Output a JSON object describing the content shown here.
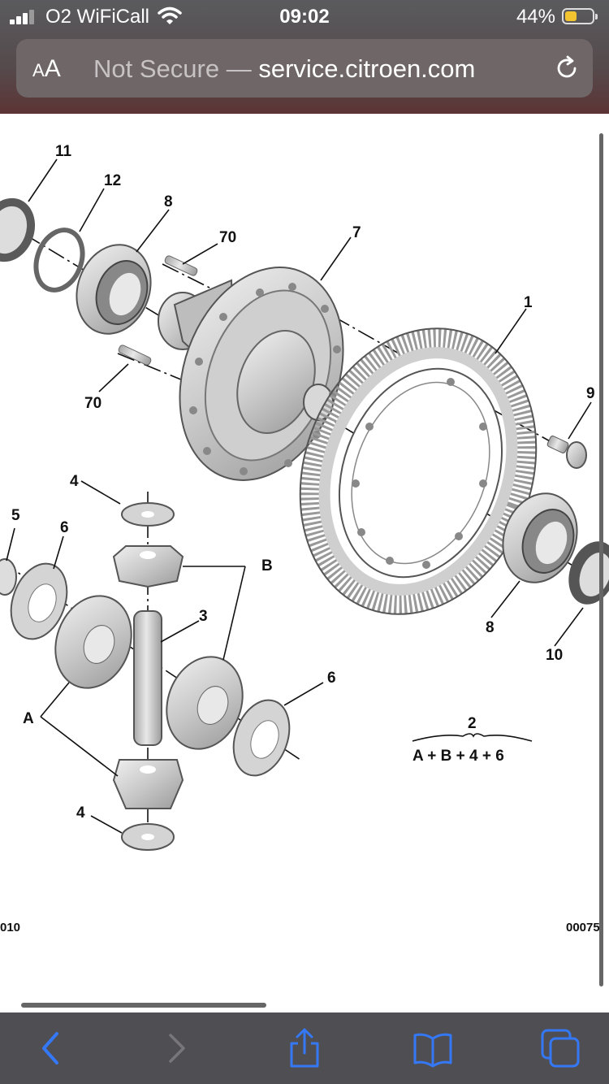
{
  "status_bar": {
    "carrier": "O2 WiFiCall",
    "time": "09:02",
    "battery_percent": "44%",
    "battery_level": 0.44,
    "battery_color": "#f4c430",
    "signal_icon": "cellular-signal-icon",
    "wifi_icon": "wifi-icon"
  },
  "address_bar": {
    "reader_label": "AA",
    "security_text": "Not Secure —",
    "domain": "service.citroen.com",
    "reload_icon": "reload-icon"
  },
  "diagram": {
    "part_labels": {
      "p11": "11",
      "p12": "12",
      "p8_top": "8",
      "p70_top": "70",
      "p7": "7",
      "p1": "1",
      "p70_bottom": "70",
      "p9": "9",
      "p4_top": "4",
      "p5": "5",
      "p6_left": "6",
      "pB": "B",
      "p3": "3",
      "p6_right": "6",
      "pA": "A",
      "p4_bottom": "4",
      "p8_bottom": "8",
      "p10": "10"
    },
    "legend": {
      "number": "2",
      "formula": "A + B + 4 + 6"
    },
    "code_left": "010",
    "code_right": "00075"
  },
  "toolbar": {
    "back_icon": "back-chevron-icon",
    "forward_icon": "forward-chevron-icon",
    "share_icon": "share-icon",
    "bookmarks_icon": "bookmarks-icon",
    "tabs_icon": "tabs-icon",
    "accent_color": "#3478f6"
  }
}
